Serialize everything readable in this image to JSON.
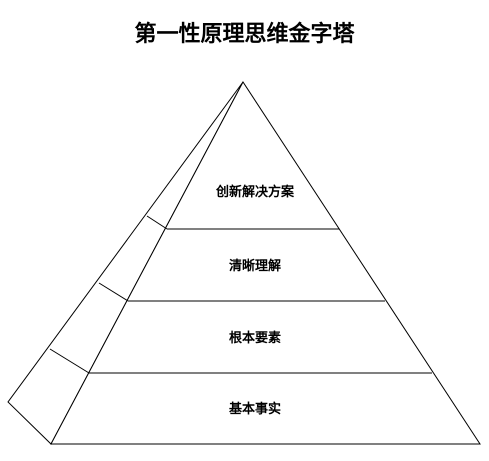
{
  "diagram": {
    "title": "第一性原理思维金字塔",
    "layers": [
      {
        "label": "创新解决方案"
      },
      {
        "label": "清晰理解"
      },
      {
        "label": "根本要素"
      },
      {
        "label": "基本事实"
      }
    ],
    "colors": {
      "line": "#000000",
      "fill": "#ffffff",
      "text": "#000000"
    }
  }
}
